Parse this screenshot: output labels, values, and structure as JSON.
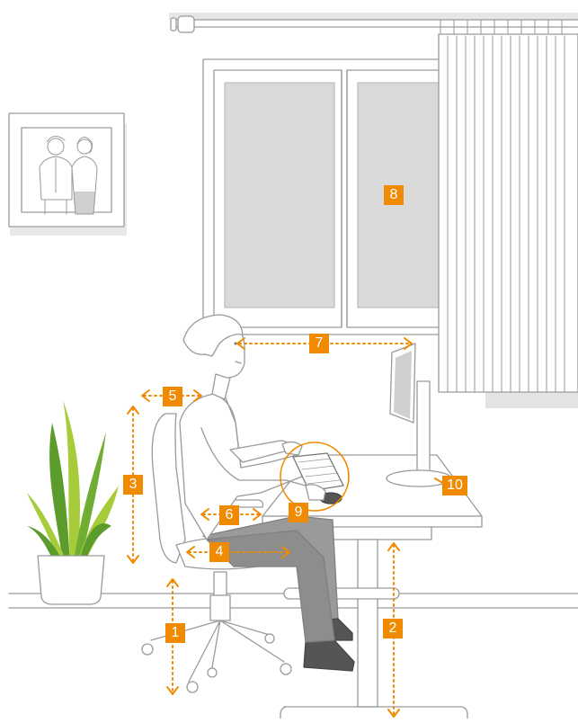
{
  "markers": [
    {
      "id": "marker-1",
      "label": "1"
    },
    {
      "id": "marker-2",
      "label": "2"
    },
    {
      "id": "marker-3",
      "label": "3"
    },
    {
      "id": "marker-4",
      "label": "4"
    },
    {
      "id": "marker-5",
      "label": "5"
    },
    {
      "id": "marker-6",
      "label": "6"
    },
    {
      "id": "marker-7",
      "label": "7"
    },
    {
      "id": "marker-8",
      "label": "8"
    },
    {
      "id": "marker-9",
      "label": "9"
    },
    {
      "id": "marker-10",
      "label": "10"
    }
  ],
  "colors": {
    "accent": "#F08A00",
    "line": "#9a9a9a",
    "window_glass": "#d9d9d9",
    "shadow": "#e4e4e4",
    "plant_dark": "#5c9c2c",
    "plant_light": "#a6cc3a"
  },
  "icons": [
    "curtain-rod-icon",
    "framed-picture-icon",
    "window-icon",
    "curtain-icon",
    "plant-icon",
    "office-chair-icon",
    "person-icon",
    "desk-icon",
    "monitor-icon",
    "keyboard-icon",
    "mouse-icon"
  ]
}
